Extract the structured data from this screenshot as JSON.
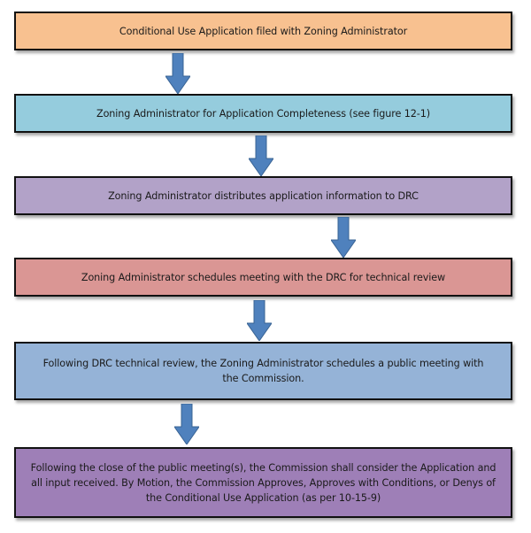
{
  "flowchart": {
    "steps": [
      {
        "text": "Conditional Use Application filed with Zoning Administrator",
        "color": "#f8c190"
      },
      {
        "text": "Zoning Administrator for Application Completeness (see figure 12-1)",
        "color": "#95ccdd"
      },
      {
        "text": "Zoning Administrator distributes application information to DRC",
        "color": "#b2a2c8"
      },
      {
        "text": "Zoning Administrator schedules meeting with the DRC for technical review",
        "color": "#da9694"
      },
      {
        "text": "Following DRC technical review, the Zoning Administrator schedules a public meeting with the Commission.",
        "color": "#95b3d7"
      },
      {
        "text": "Following the close of the public meeting(s), the Commission shall consider the Application and all input received.  By Motion, the Commission Approves, Approves with Conditions, or Denys of the Conditional Use Application (as per 10-15-9)",
        "color": "#9e7fb7"
      }
    ],
    "arrow_color": "#4f81bd",
    "arrow_border": "#3a6494"
  }
}
